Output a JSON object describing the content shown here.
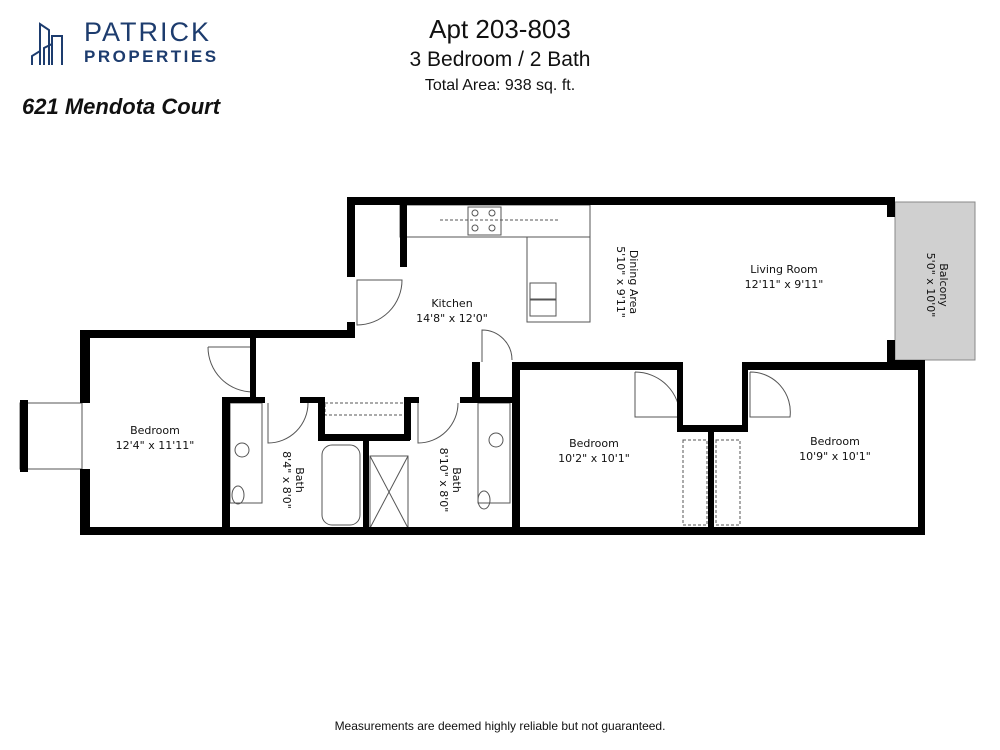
{
  "brand": {
    "line1": "PATRICK",
    "line2": "PROPERTIES",
    "color": "#1d3c6e"
  },
  "address": "621 Mendota Court",
  "header": {
    "unit": "Apt 203-803",
    "layout": "3 Bedroom / 2 Bath",
    "area": "Total Area: 938 sq. ft."
  },
  "rooms": {
    "kitchen": {
      "name": "Kitchen",
      "size": "14'8\" x 12'0\""
    },
    "dining": {
      "name": "Dining Area",
      "size": "5'10\" x 9'11\""
    },
    "living": {
      "name": "Living Room",
      "size": "12'11\" x 9'11\""
    },
    "balcony": {
      "name": "Balcony",
      "size": "5'0\" x 10'0\""
    },
    "bedroom1": {
      "name": "Bedroom",
      "size": "12'4\" x 11'11\""
    },
    "bath1": {
      "name": "Bath",
      "size": "8'4\" x 8'0\""
    },
    "bath2": {
      "name": "Bath",
      "size": "8'10\" x 8'0\""
    },
    "bedroom2": {
      "name": "Bedroom",
      "size": "10'2\" x 10'1\""
    },
    "bedroom3": {
      "name": "Bedroom",
      "size": "10'9\" x 10'1\""
    }
  },
  "disclaimer": "Measurements are deemed highly reliable but not guaranteed."
}
